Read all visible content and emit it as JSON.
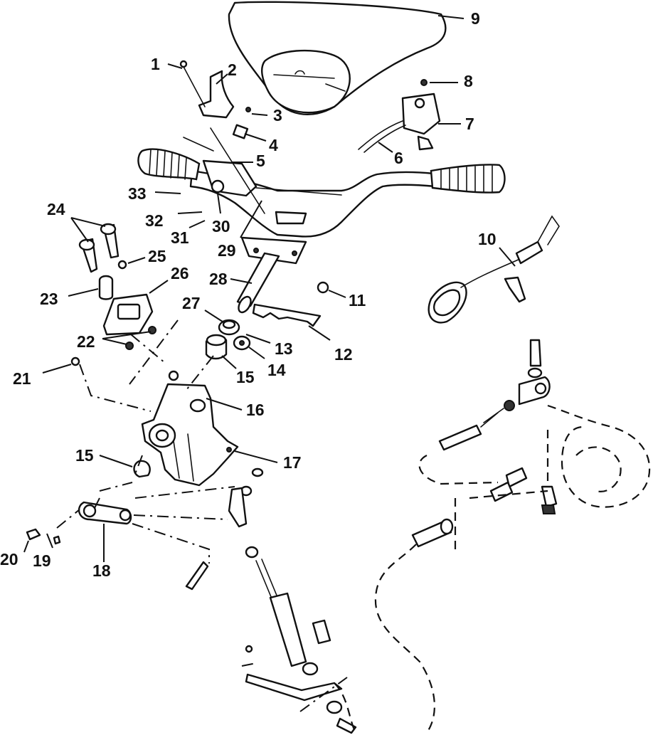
{
  "callouts": [
    {
      "id": "1",
      "label": "1"
    },
    {
      "id": "2",
      "label": "2"
    },
    {
      "id": "3",
      "label": "3"
    },
    {
      "id": "4",
      "label": "4"
    },
    {
      "id": "5",
      "label": "5"
    },
    {
      "id": "6",
      "label": "6"
    },
    {
      "id": "7",
      "label": "7"
    },
    {
      "id": "8",
      "label": "8"
    },
    {
      "id": "9",
      "label": "9"
    },
    {
      "id": "10",
      "label": "10"
    },
    {
      "id": "11",
      "label": "11"
    },
    {
      "id": "12",
      "label": "12"
    },
    {
      "id": "13",
      "label": "13"
    },
    {
      "id": "14",
      "label": "14"
    },
    {
      "id": "15a",
      "label": "15"
    },
    {
      "id": "15b",
      "label": "15"
    },
    {
      "id": "16",
      "label": "16"
    },
    {
      "id": "17",
      "label": "17"
    },
    {
      "id": "18",
      "label": "18"
    },
    {
      "id": "19",
      "label": "19"
    },
    {
      "id": "20",
      "label": "20"
    },
    {
      "id": "21",
      "label": "21"
    },
    {
      "id": "22",
      "label": "22"
    },
    {
      "id": "23",
      "label": "23"
    },
    {
      "id": "24",
      "label": "24"
    },
    {
      "id": "25",
      "label": "25"
    },
    {
      "id": "26",
      "label": "26"
    },
    {
      "id": "27",
      "label": "27"
    },
    {
      "id": "28",
      "label": "28"
    },
    {
      "id": "29",
      "label": "29"
    },
    {
      "id": "30",
      "label": "30"
    },
    {
      "id": "31",
      "label": "31"
    },
    {
      "id": "32",
      "label": "32"
    },
    {
      "id": "33",
      "label": "33"
    }
  ]
}
